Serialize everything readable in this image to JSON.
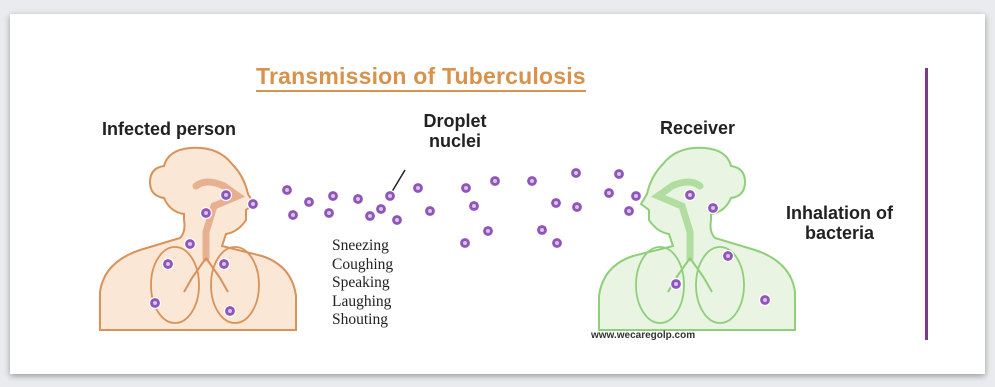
{
  "title": "Transmission of Tuberculosis",
  "labels": {
    "infected": "Infected person",
    "droplet_line1": "Droplet",
    "droplet_line2": "nuclei",
    "receiver": "Receiver",
    "inhalation_line1": "Inhalation of",
    "inhalation_line2": "bacteria"
  },
  "actions": [
    "Sneezing",
    "Coughing",
    "Speaking",
    "Laughing",
    "Shouting"
  ],
  "watermark": "www.wecaregolp.com",
  "colors": {
    "title": "#d8924b",
    "infected_figure": "#d9925a",
    "receiver_figure": "#8fcf7a",
    "droplet": "#8f55b8",
    "divider": "#7b3a8c"
  }
}
